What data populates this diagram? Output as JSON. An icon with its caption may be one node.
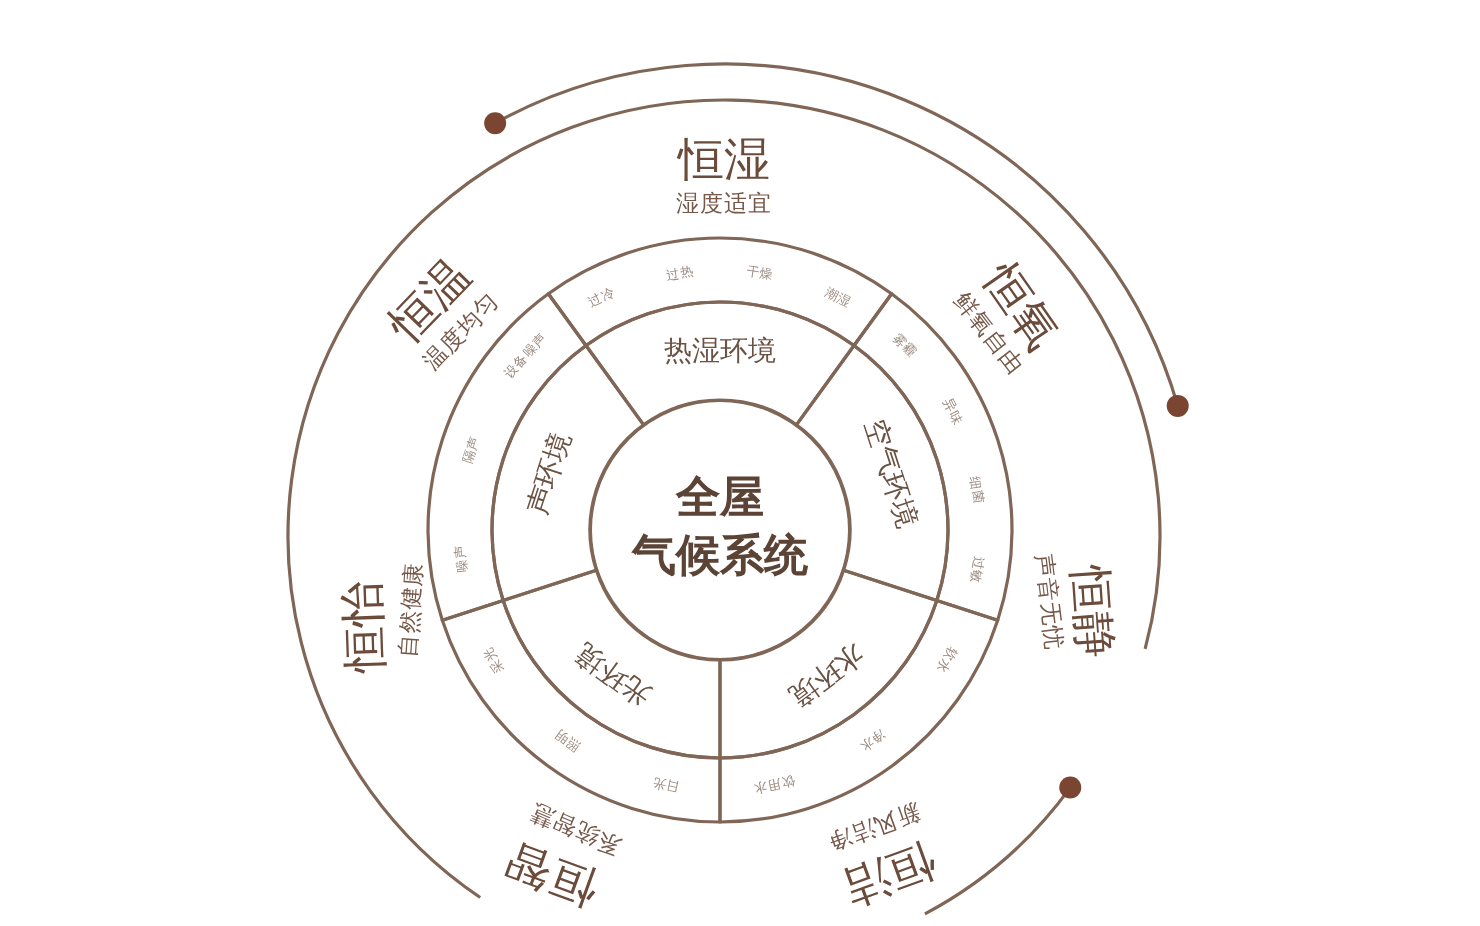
{
  "diagram": {
    "nodes": [
      {
        "text": [
          "全屋",
          "气候系统"
        ]
      },
      {
        "text": [
          "热湿环境"
        ]
      },
      {
        "text": [
          "空气环境"
        ]
      },
      {
        "text": [
          "水环境"
        ]
      },
      {
        "text": [
          "光环境"
        ]
      },
      {
        "text": [
          "声环境"
        ]
      },
      {
        "text": [
          "过冷",
          "过热",
          "干燥",
          "潮湿"
        ]
      },
      {
        "text": [
          "雾霾",
          "异味",
          "细菌",
          "过敏"
        ]
      },
      {
        "text": [
          "软水",
          "净水",
          "饮用水"
        ]
      },
      {
        "text": [
          "日光",
          "照明",
          "采光"
        ]
      },
      {
        "text": [
          "噪声",
          "隔声",
          "设备噪声"
        ]
      }
    ],
    "labels": [
      "恒湿",
      "湿度适宜",
      "恒温",
      "温度均匀",
      "恒氧",
      "鲜氧自由",
      "恒怡",
      "自然健康",
      "声音无忧",
      "恒静",
      "恒智",
      "系统智慧",
      "恒洁",
      "新风洁净"
    ]
  }
}
